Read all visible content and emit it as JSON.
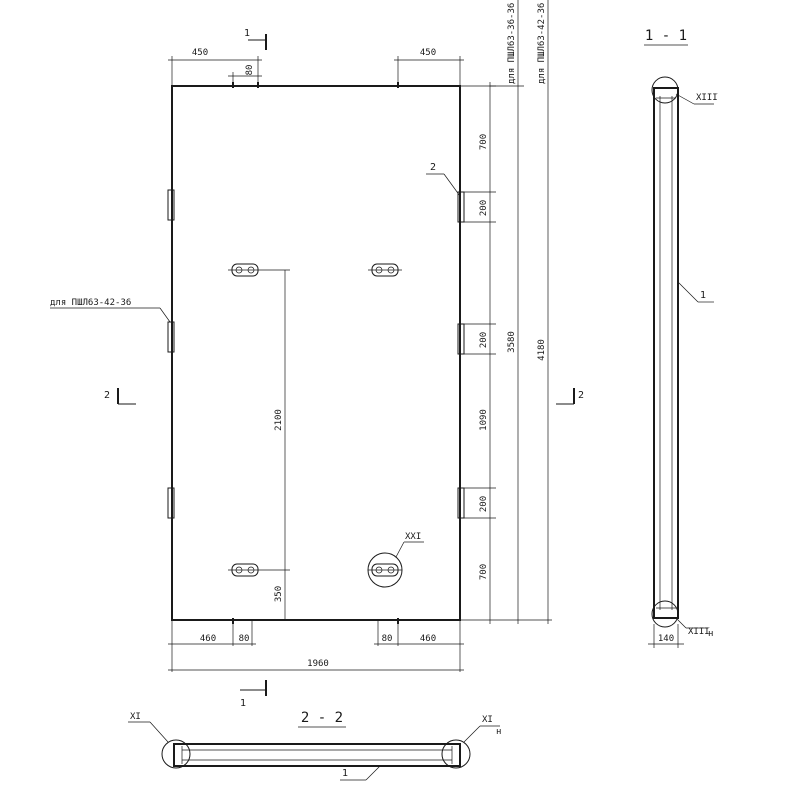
{
  "elevation": {
    "dims": {
      "top_left": "450",
      "top_right": "450",
      "top_small": "80",
      "bottom_left": "460",
      "bottom_left_small": "80",
      "bottom_right_small": "80",
      "bottom_right": "460",
      "overall_width": "1960",
      "right_700_top": "700",
      "right_200_a": "200",
      "right_200_b": "200",
      "right_1090": "1090",
      "right_200_c": "200",
      "right_700_bottom": "700",
      "right_3580": "3580",
      "right_4180": "4180",
      "inner_2100": "2100",
      "inner_350": "350"
    },
    "labels": {
      "left_note": "для ПШЛ63-42-36",
      "right_note_1": "для ПШЛ63-36-36",
      "right_note_2": "для ПШЛ63-42-36",
      "item_2": "2",
      "detail_xxi": "XXI"
    },
    "cut_marks": {
      "top": "1",
      "bottom": "1",
      "left": "2",
      "right": "2"
    }
  },
  "section_1_1": {
    "title": "1 - 1",
    "item": "1",
    "detail_top": "XIII",
    "detail_bottom": "XIII",
    "detail_bottom_suffix": "н",
    "width_dim": "140"
  },
  "section_2_2": {
    "title": "2 - 2",
    "item": "1",
    "detail_left": "XI",
    "detail_right": "XI",
    "detail_right_suffix": "н"
  }
}
